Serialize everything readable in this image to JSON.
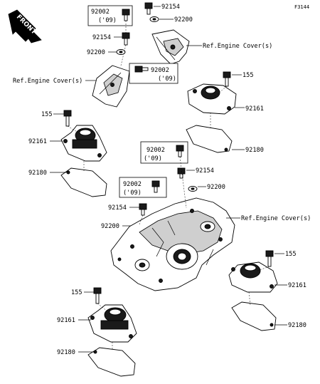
{
  "figure_code": "F3144",
  "front_label": "FRONT",
  "part_numbers": {
    "bolt_92002": "92002",
    "bolt_92002_note": "('09)",
    "bolt_92154": "92154",
    "washer_92200": "92200",
    "bolt_155": "155",
    "mount_92161": "92161",
    "plate_92180": "92180"
  },
  "references": {
    "engine_cover": "Ref.Engine Cover(s)"
  }
}
